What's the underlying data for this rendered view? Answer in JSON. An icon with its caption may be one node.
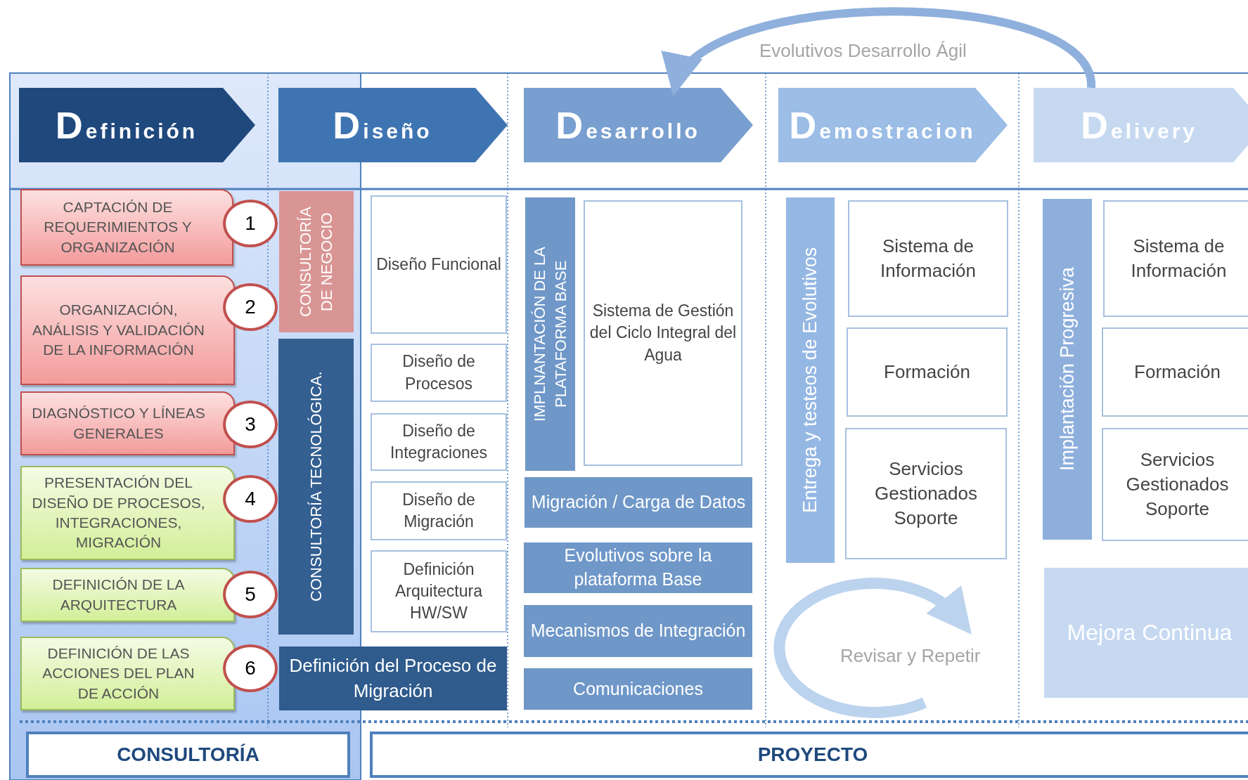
{
  "diagram": {
    "nodes": [
      {
        "text": [
          "Definición"
        ]
      },
      {
        "text": [
          "Diseño"
        ]
      },
      {
        "text": [
          "Desarrollo"
        ]
      },
      {
        "text": [
          "Demostracion"
        ]
      },
      {
        "text": [
          "Delivery"
        ]
      },
      {
        "text": [
          "CAPTACIÓN DE REQUERIMIENTOS Y ORGANIZACIÓN"
        ]
      },
      {
        "text": [
          "1"
        ]
      },
      {
        "text": [
          "ORGANIZACIÓN, ANÁLISIS Y VALIDACIÓN DE LA INFORMACIÓN"
        ]
      },
      {
        "text": [
          "2"
        ]
      },
      {
        "text": [
          "DIAGNÓSTICO Y LÍNEAS GENERALES"
        ]
      },
      {
        "text": [
          "3"
        ]
      },
      {
        "text": [
          "PRESENTACIÓN DEL DISEÑO DE PROCESOS, INTEGRACIONES, MIGRACIÓN"
        ]
      },
      {
        "text": [
          "4"
        ]
      },
      {
        "text": [
          "DEFINICIÓN DE LA ARQUITECTURA"
        ]
      },
      {
        "text": [
          "5"
        ]
      },
      {
        "text": [
          "DEFINICIÓN DE LAS ACCIONES DEL PLAN DE ACCIÓN"
        ]
      },
      {
        "text": [
          "6"
        ]
      },
      {
        "text": [
          "CONSULTORÍA DE NEGOCIO"
        ]
      },
      {
        "text": [
          "CONSULTORÍA TECNOLÓGICA."
        ]
      },
      {
        "text": [
          "Definición del Proceso de Migración"
        ]
      },
      {
        "text": [
          "Diseño Funcional"
        ]
      },
      {
        "text": [
          "Diseño de Procesos"
        ]
      },
      {
        "text": [
          "Diseño de Integraciones"
        ]
      },
      {
        "text": [
          "Diseño de Migración"
        ]
      },
      {
        "text": [
          "Definición Arquitectura HW/SW"
        ]
      },
      {
        "text": [
          "IMPLNANTACIÓN DE LA PLATAFORMA BASE"
        ]
      },
      {
        "text": [
          "Sistema de Gestión del Ciclo Integral del Agua"
        ]
      },
      {
        "text": [
          "Migración / Carga de Datos"
        ]
      },
      {
        "text": [
          "Evolutivos  sobre la plataforma Base"
        ]
      },
      {
        "text": [
          "Mecanismos de Integración"
        ]
      },
      {
        "text": [
          "Comunicaciones"
        ]
      },
      {
        "text": [
          "Entrega y testeos de Evolutivos"
        ]
      },
      {
        "text": [
          "Sistema de Información"
        ]
      },
      {
        "text": [
          "Formación"
        ]
      },
      {
        "text": [
          "Servicios Gestionados Soporte"
        ]
      },
      {
        "text": [
          "Implantación Progresiva"
        ]
      },
      {
        "text": [
          "Sistema de Información"
        ]
      },
      {
        "text": [
          "Formación"
        ]
      },
      {
        "text": [
          "Servicios Gestionados Soporte"
        ]
      },
      {
        "text": [
          "Mejora Continua"
        ]
      },
      {
        "text": [
          "CONSULTORÍA"
        ]
      },
      {
        "text": [
          "PROYECTO"
        ]
      }
    ],
    "edges": [
      {
        "from": 4,
        "to": 2,
        "arrow": "to",
        "label": "Evolutivos Desarrollo Ágil"
      }
    ],
    "labels": [
      "Revisar y Repetir"
    ]
  }
}
